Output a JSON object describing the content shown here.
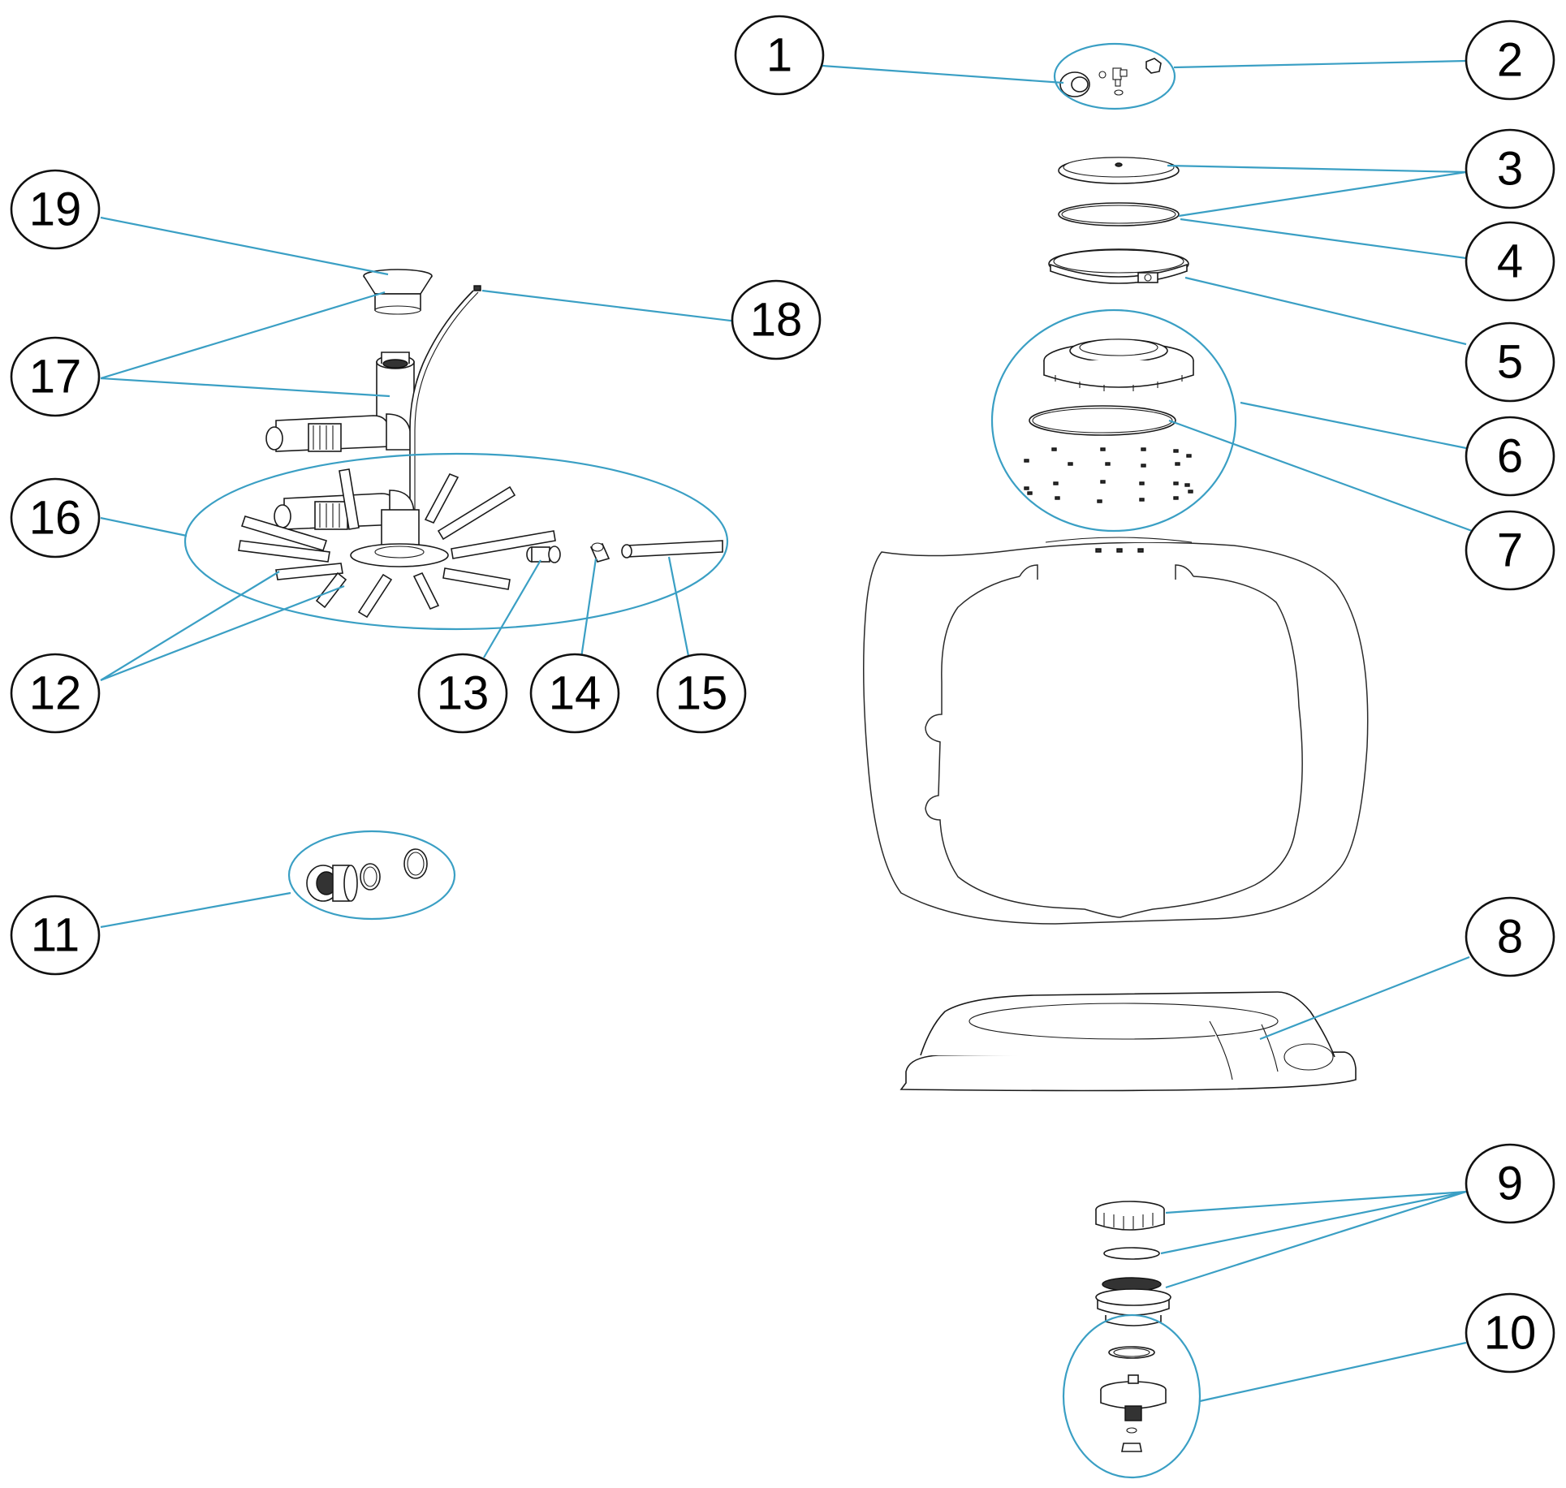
{
  "diagram": {
    "colors": {
      "leader": "#3a9fc4",
      "outline": "#1a1a1a",
      "background": "#ffffff"
    },
    "callouts": [
      {
        "id": "1",
        "label": "1"
      },
      {
        "id": "2",
        "label": "2"
      },
      {
        "id": "3",
        "label": "3"
      },
      {
        "id": "4",
        "label": "4"
      },
      {
        "id": "5",
        "label": "5"
      },
      {
        "id": "6",
        "label": "6"
      },
      {
        "id": "7",
        "label": "7"
      },
      {
        "id": "8",
        "label": "8"
      },
      {
        "id": "9",
        "label": "9"
      },
      {
        "id": "10",
        "label": "10"
      },
      {
        "id": "11",
        "label": "11"
      },
      {
        "id": "12",
        "label": "12"
      },
      {
        "id": "13",
        "label": "13"
      },
      {
        "id": "14",
        "label": "14"
      },
      {
        "id": "15",
        "label": "15"
      },
      {
        "id": "16",
        "label": "16"
      },
      {
        "id": "17",
        "label": "17"
      },
      {
        "id": "18",
        "label": "18"
      },
      {
        "id": "19",
        "label": "19"
      }
    ]
  }
}
